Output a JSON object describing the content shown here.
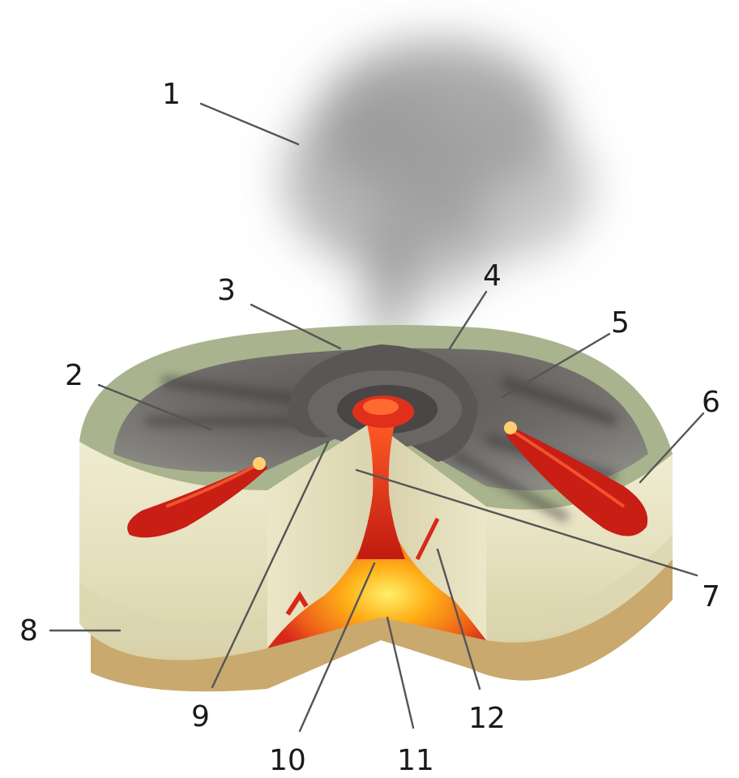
{
  "diagram": {
    "labels": [
      {
        "id": "1",
        "text": "1"
      },
      {
        "id": "2",
        "text": "2"
      },
      {
        "id": "3",
        "text": "3"
      },
      {
        "id": "4",
        "text": "4"
      },
      {
        "id": "5",
        "text": "5"
      },
      {
        "id": "6",
        "text": "6"
      },
      {
        "id": "7",
        "text": "7"
      },
      {
        "id": "8",
        "text": "8"
      },
      {
        "id": "9",
        "text": "9"
      },
      {
        "id": "10",
        "text": "10"
      },
      {
        "id": "11",
        "text": "11"
      },
      {
        "id": "12",
        "text": "12"
      }
    ],
    "colors": {
      "ash": "#9a9a9a",
      "cone_dark": "#4a4848",
      "cone_mid": "#7d7a78",
      "vegetation": "#a9b48e",
      "rock_layer": "#e6e2c0",
      "base_layer": "#c9a96e",
      "lava": "#d8281a",
      "magma": "#ffb018"
    }
  }
}
